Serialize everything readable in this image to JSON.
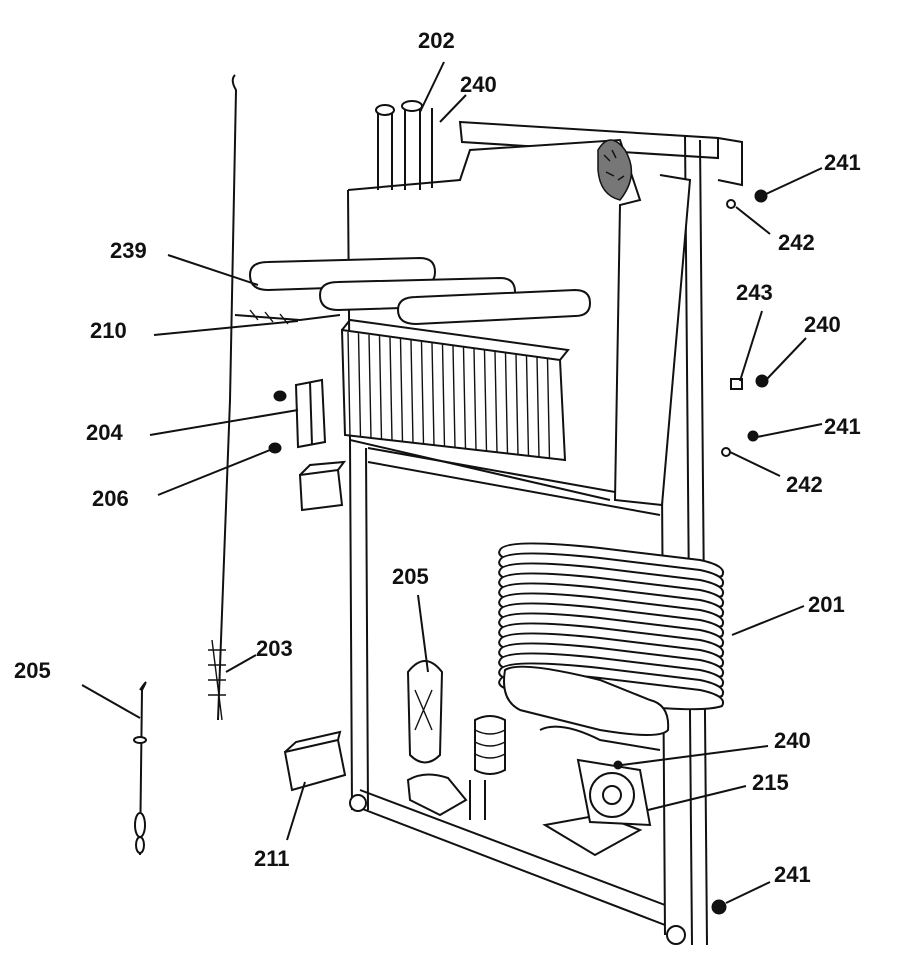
{
  "diagram": {
    "callouts": [
      {
        "id": "c202",
        "text": "202"
      },
      {
        "id": "c240a",
        "text": "240"
      },
      {
        "id": "c241a",
        "text": "241"
      },
      {
        "id": "c242a",
        "text": "242"
      },
      {
        "id": "c239",
        "text": "239"
      },
      {
        "id": "c243",
        "text": "243"
      },
      {
        "id": "c240b",
        "text": "240"
      },
      {
        "id": "c210",
        "text": "210"
      },
      {
        "id": "c204",
        "text": "204"
      },
      {
        "id": "c241b",
        "text": "241"
      },
      {
        "id": "c242b",
        "text": "242"
      },
      {
        "id": "c206",
        "text": "206"
      },
      {
        "id": "c205a",
        "text": "205"
      },
      {
        "id": "c201",
        "text": "201"
      },
      {
        "id": "c203",
        "text": "203"
      },
      {
        "id": "c205b",
        "text": "205"
      },
      {
        "id": "c240c",
        "text": "240"
      },
      {
        "id": "c215",
        "text": "215"
      },
      {
        "id": "c241c",
        "text": "241"
      },
      {
        "id": "c211",
        "text": "211"
      }
    ]
  }
}
